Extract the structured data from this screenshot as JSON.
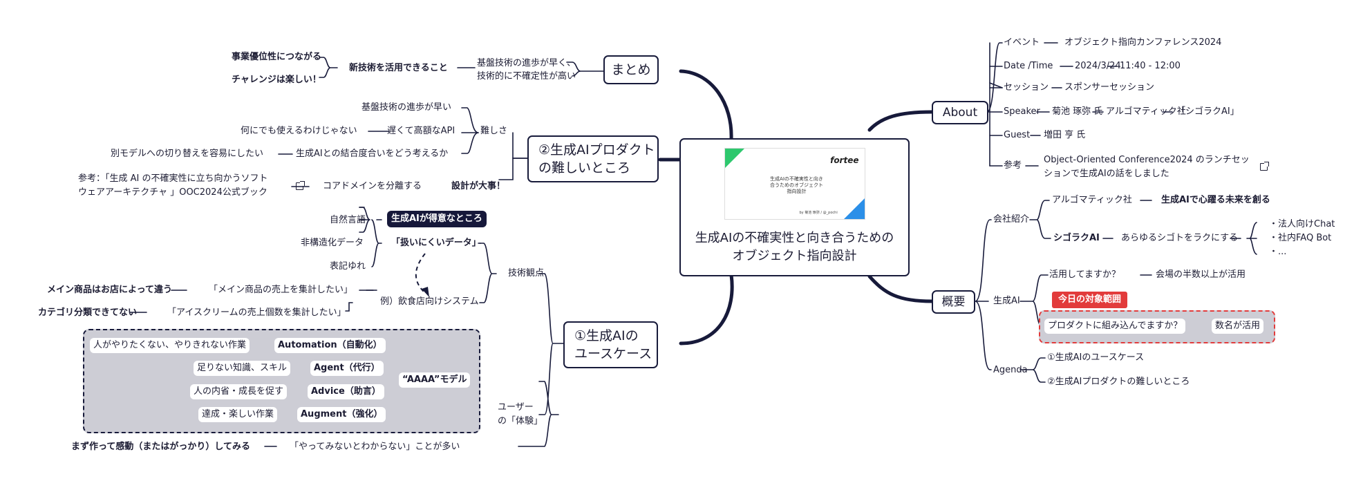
{
  "center": {
    "title": "生成AIの不確実性と向き合うための\nオブジェクト指向設計",
    "slide_logo": "fortee",
    "slide_title": "生成AIの不確実性と向き\n合うためのオブジェクト\n指向設計",
    "slide_byline": "by 菊池 琢弥 / @_pochi"
  },
  "matome": {
    "label": "まとめ",
    "desc": "基盤技術の進歩が早く、\n技術的に不確定性が高い",
    "point": "新技術を活用できること",
    "sub1": "事業優位性につながる",
    "sub2": "チャレンジは楽しい！"
  },
  "difficult": {
    "label": "②生成AIプロダクト\nの難しいところ",
    "muzukashisa": "難しさ",
    "r1": "基盤技術の進歩が早い",
    "r2": "遅くて高額なAPI",
    "r2_note": "何にでも使えるわけじゃない",
    "r3": "生成AIとの結合度合いをどう考えるか",
    "r3_note": "別モデルへの切り替えを容易にしたい",
    "design": "設計が大事！",
    "core": "コアドメインを分離する",
    "ref": "参考：「生成 AI の不確実性に立ち向かうソフト\nウェアアーキテクチャ 」OOC2024公式ブック"
  },
  "usecase": {
    "label": "①生成AIの\nユースケース",
    "tech": "技術観点",
    "good_tag": "生成AIが得意なところ",
    "hard_data": "「扱いにくいデータ」",
    "nl": "自然言語",
    "unstructured": "非構造化データ",
    "variation": "表記ゆれ",
    "example": "例）飲食店向けシステム",
    "ex1": "「メイン商品の売上を集計したい」",
    "ex1_note": "メイン商品はお店によって違う",
    "ex2": "「アイスクリームの売上個数を集計したい」",
    "ex2_note": "カテゴリ分類できてない",
    "experience": "ユーザー\nの「体験」",
    "aaaa": "“AAAA”モデル",
    "automation": "Automation（自動化）",
    "automation_note": "人がやりたくない、やりきれない作業",
    "agent": "Agent（代行）",
    "agent_note": "足りない知識、スキル",
    "advice": "Advice（助言）",
    "advice_note": "人の内省・成長を促す",
    "augment": "Augment（強化）",
    "augment_note": "達成・楽しい作業",
    "try": "「やってみないとわからない」ことが多い",
    "try_note": "まず作って感動（またはがっかり）してみる"
  },
  "about": {
    "label": "About",
    "event_k": "イベント",
    "event_v": "オブジェクト指向カンファレンス2024",
    "date_k": "Date /Time",
    "date_v": "2024/3/24",
    "time_v": "11:40 - 12:00",
    "session_k": "セッション",
    "session_v": "スポンサーセッション",
    "speaker_k": "Speaker",
    "speaker_v": "菊池 琢弥 氏",
    "company_v": "アルゴマティック社",
    "team_v": "「シゴラクAI」",
    "guest_k": "Guest",
    "guest_v": "増田 亨 氏",
    "ref_k": "参考",
    "ref_v": "Object-Oriented Conference2024 のランチセッ\nションで生成AIの話をしました"
  },
  "overview": {
    "label": "概要",
    "company": "会社紹介",
    "algo": "アルゴマティック社",
    "algo_tag": "生成AIで心躍る未来を創る",
    "shigoraku": "シゴラクAI",
    "shigoraku_desc": "あらゆるシゴトをラクにする",
    "feat1": "・法人向けChat",
    "feat2": "・社内FAQ Bot",
    "feat3": "・...",
    "genai": "生成AI",
    "q1": "活用してますか？",
    "a1": "会場の半数以上が活用",
    "scope": "今日の対象範囲",
    "q2": "プロダクトに組み込んでますか？",
    "a2": "数名が活用",
    "agenda": "Agenda",
    "ag1": "①生成AIのユースケース",
    "ag2": "②生成AIプロダクトの難しいところ"
  }
}
